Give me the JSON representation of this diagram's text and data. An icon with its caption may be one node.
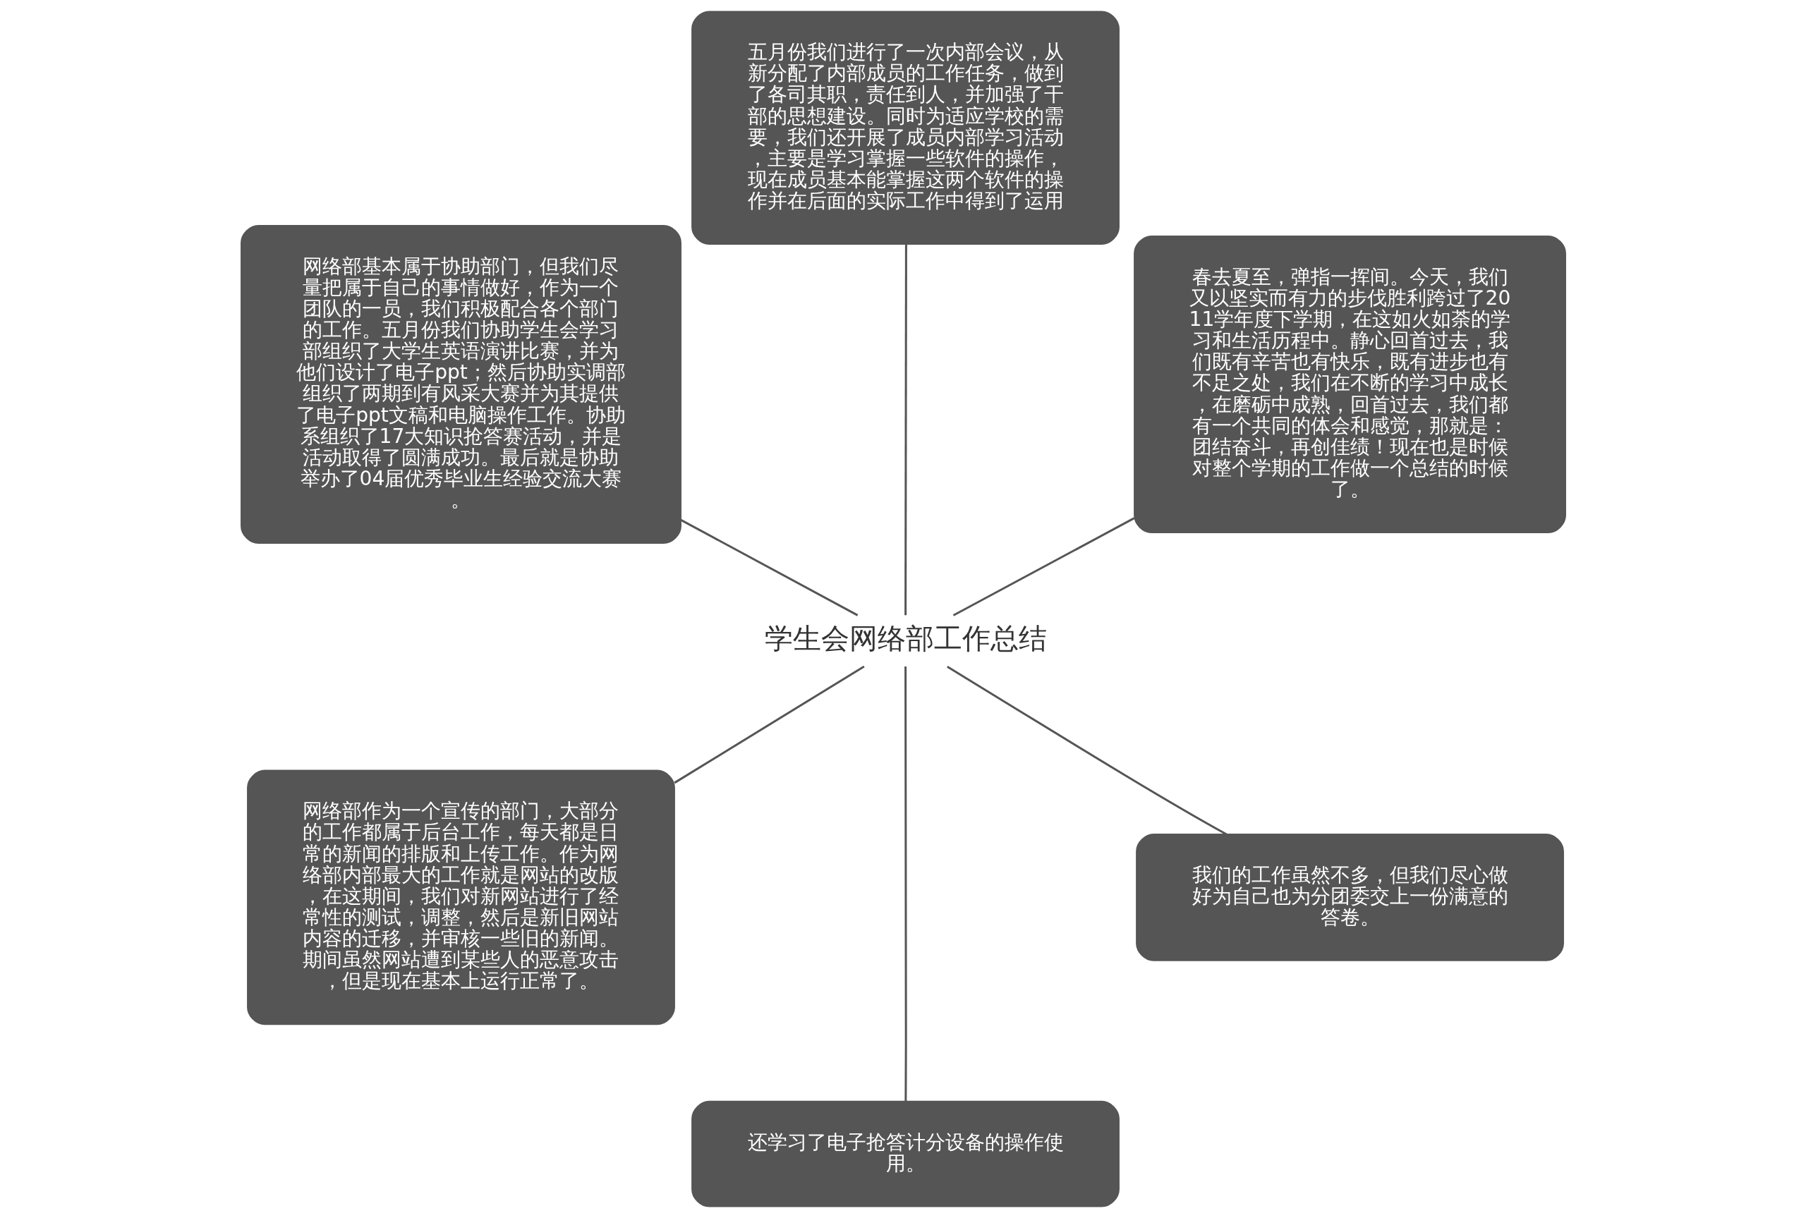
{
  "diagram": {
    "nodes": [
      {
        "text": [
          "学生会网络部工作总结"
        ]
      },
      {
        "text": [
          "春去夏至，弹指一挥间。今天，我们又以坚实而有力的步伐胜利跨过了2011学年度下学期，在这如火如荼的学习和生活历程中。静心回首过去，我们既有辛苦也有快乐，既有进步也有不足之处，我们在不断的学习中成长，在磨砺中成熟，回首过去，我们都有一个共同的体会和感觉，那就是：团结奋斗，再创佳绩！现在也是时候对整个学期的工作做一个总结的时候了。"
        ]
      },
      {
        "text": [
          "五月份我们进行了一次内部会议，从新分配了内部成员的工作任务，做到了各司其职，责任到人，并加强了干部的思想建设。同时为适应学校的需要，我们还开展了成员内部学习活动，主要是学习掌握一些软件的操作，现在成员基本能掌握这两个软件的操作并在后面的实际工作中得到了运用"
        ]
      },
      {
        "text": [
          "网络部基本属于协助部门，但我们尽量把属于自己的事情做好，作为一个团队的一员，我们积极配合各个部门的工作。五月份我们协助学生会学习部组织了大学生英语演讲比赛，并为他们设计了电子ppt；然后协助实调部组织了两期到有风采大赛并为其提供了电子ppt文稿和电脑操作工作。协助系组织了17大知识抢答赛活动，并是活动取得了圆满成功。最后就是协助举办了04届优秀毕业生经验交流大赛。"
        ]
      },
      {
        "text": [
          "网络部作为一个宣传的部门，大部分的工作都属于后台工作，每天都是日常的新闻的排版和上传工作。作为网络部内部最大的工作就是网站的改版，在这期间，我们对新网站进行了经常性的测试，调整，然后是新旧网站内容的迁移，并审核一些旧的新闻。期间虽然网站遭到某些人的恶意攻击，但是现在基本上运行正常了。"
        ]
      },
      {
        "text": [
          "还学习了电子抢答计分设备的操作使用。"
        ]
      },
      {
        "text": [
          "我们的工作虽然不多，但我们尽心做好为自己也为分团委交上一份满意的答卷。"
        ]
      }
    ],
    "edges": [
      {
        "from": 0,
        "to": 1,
        "arrow": "none"
      },
      {
        "from": 0,
        "to": 2,
        "arrow": "none"
      },
      {
        "from": 0,
        "to": 3,
        "arrow": "none"
      },
      {
        "from": 0,
        "to": 4,
        "arrow": "none"
      },
      {
        "from": 0,
        "to": 5,
        "arrow": "none"
      },
      {
        "from": 0,
        "to": 6,
        "arrow": "none"
      }
    ]
  }
}
